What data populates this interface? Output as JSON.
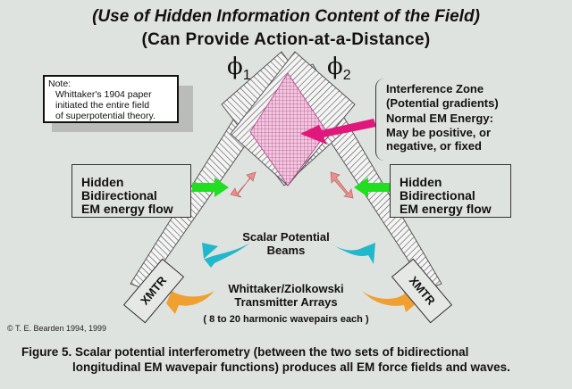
{
  "title": {
    "line1": "(Use of Hidden Information Content of the Field)",
    "line2": "(Can Provide Action-at-a-Distance)"
  },
  "note": {
    "heading": "Note:",
    "lines": [
      "Whittaker's 1904 paper",
      "initiated the entire field",
      "of superpotential theory."
    ]
  },
  "potentials": {
    "phi1": {
      "symbol": "ϕ",
      "sub": "1"
    },
    "phi2": {
      "symbol": "ϕ",
      "sub": "2"
    }
  },
  "interference_zone": {
    "lines": [
      "Interference  Zone",
      "(Potential gradients)",
      "Normal EM Energy:",
      "May be positive, or",
      "negative, or fixed"
    ]
  },
  "hidden_flow_left": {
    "lines": [
      "Hidden",
      "Bidirectional",
      "EM energy flow"
    ]
  },
  "hidden_flow_right": {
    "lines": [
      "Hidden",
      "Bidirectional",
      "EM energy flow"
    ]
  },
  "scalar_beams": {
    "lines": [
      "Scalar Potential",
      "Beams"
    ]
  },
  "transmitters": {
    "left_label": "XMTR",
    "right_label": "XMTR",
    "arrays_lines": [
      "Whittaker/Ziolkowski",
      "Transmitter Arrays"
    ],
    "wavepairs": "( 8 to 20 harmonic wavepairs each )"
  },
  "copyright": "© T. E. Bearden 1994, 1999",
  "caption": {
    "line1": "Figure 5.  Scalar potential interferometry (between the two sets of bidirectional",
    "line2": "longitudinal EM wavepair functions) produces all EM force fields and waves."
  },
  "colors": {
    "background": "#dfe3df",
    "interference_fill": "#e8a8d0",
    "magenta_arrow": "#e0187c",
    "green_arrow": "#22dd22",
    "pink_double_arrow": "#e89090",
    "cyan_arrow": "#22b8cc",
    "orange_arrow": "#f0a030"
  }
}
